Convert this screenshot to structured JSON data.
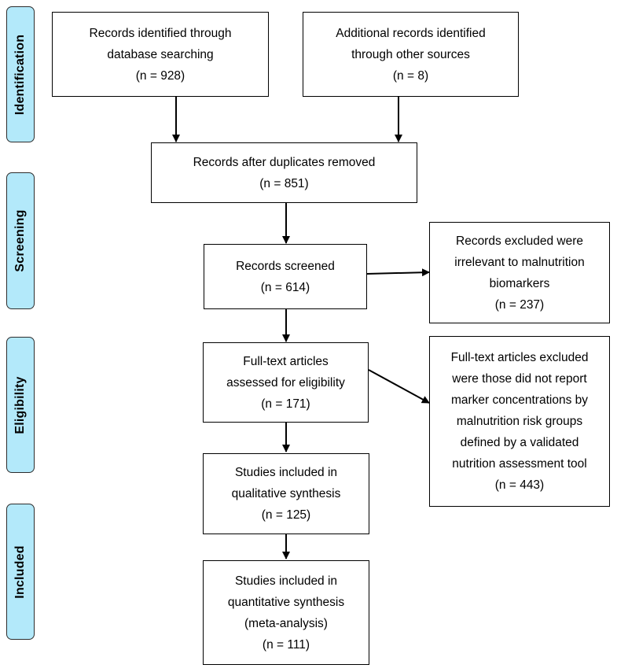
{
  "phases": {
    "identification": "Identification",
    "screening": "Screening",
    "eligibility": "Eligibility",
    "included": "Included"
  },
  "boxes": {
    "database_search": {
      "lines": [
        "Records identified through",
        "database searching",
        "(n = 928)"
      ]
    },
    "other_sources": {
      "lines": [
        "Additional records identified",
        "through other sources",
        "(n = 8)"
      ]
    },
    "duplicates_removed": {
      "lines": [
        "Records after duplicates removed",
        "(n = 851)"
      ]
    },
    "screened": {
      "lines": [
        "Records screened",
        "(n = 614)"
      ]
    },
    "screened_excluded": {
      "lines": [
        "Records excluded were",
        "irrelevant to malnutrition",
        "biomarkers",
        "(n = 237)"
      ]
    },
    "fulltext_assessed": {
      "lines": [
        "Full-text articles",
        "assessed for eligibility",
        "(n = 171)"
      ]
    },
    "fulltext_excluded": {
      "lines": [
        "Full-text articles excluded",
        "were those did not report",
        "marker concentrations by",
        "malnutrition risk groups",
        "defined by a validated",
        "nutrition assessment tool",
        "(n = 443)"
      ]
    },
    "qualitative": {
      "lines": [
        "Studies included in",
        "qualitative synthesis",
        "(n = 125)"
      ]
    },
    "quantitative": {
      "lines": [
        "Studies included in",
        "quantitative synthesis",
        "(meta-analysis)",
        "(n = 111)"
      ]
    }
  }
}
